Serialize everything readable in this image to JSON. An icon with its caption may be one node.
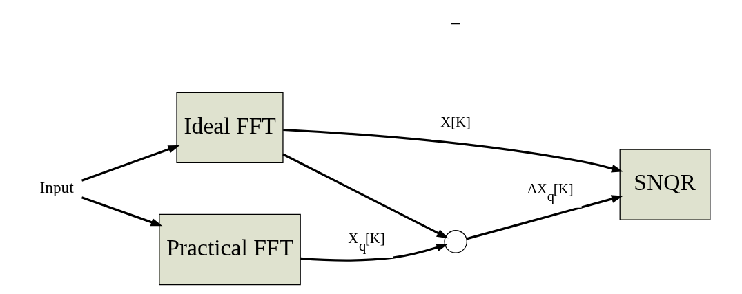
{
  "diagram": {
    "nodes": [
      {
        "text": [
          "Input"
        ]
      },
      {
        "text": [
          "Ideal FFT"
        ]
      },
      {
        "text": [
          "Practical FFT"
        ]
      },
      {
        "text": [],
        "shape": "circle"
      },
      {
        "text": [
          "SNQR"
        ]
      }
    ],
    "edges": [
      {
        "from": 0,
        "to": 1,
        "arrow": "to"
      },
      {
        "from": 0,
        "to": 2,
        "arrow": "to"
      },
      {
        "from": 1,
        "to": 4,
        "arrow": "to",
        "label": "X[K]"
      },
      {
        "from": 1,
        "to": 3,
        "arrow": "to"
      },
      {
        "from": 2,
        "to": 3,
        "arrow": "to",
        "label": "X$_{q}$[K]"
      },
      {
        "from": 3,
        "to": 4,
        "arrow": "to",
        "label": "ΔX$_{q}$[K]"
      }
    ],
    "labels": [
      "−"
    ]
  }
}
